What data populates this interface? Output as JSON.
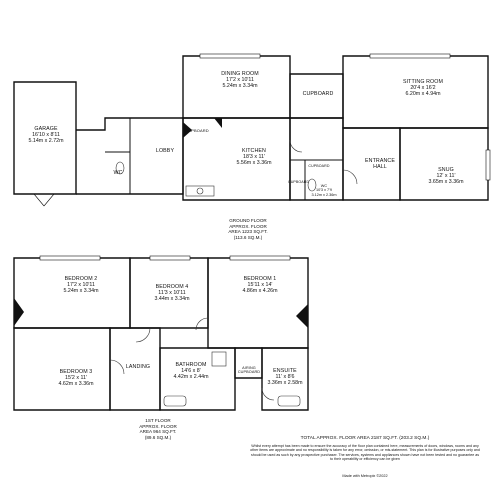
{
  "ground_floor": {
    "rooms": {
      "garage": {
        "name": "GARAGE",
        "dim_imp": "16'10 x 8'11",
        "dim_met": "5.14m x 2.72m"
      },
      "wc": {
        "name": "WC"
      },
      "lobby": {
        "name": "LOBBY"
      },
      "cupboard_a": {
        "name": "CUPBOARD"
      },
      "dining_room": {
        "name": "DINING ROOM",
        "dim_imp": "17'2 x 10'11",
        "dim_met": "5.24m x 3.34m"
      },
      "kitchen": {
        "name": "KITCHEN",
        "dim_imp": "18'3 x 11'",
        "dim_met": "5.56m x 3.36m"
      },
      "cupboard_b": {
        "name": "CUPBOARD"
      },
      "cupboard_c": {
        "name": "CUPBOARD"
      },
      "cupboard_d": {
        "name": "CUPBOARD"
      },
      "wc2": {
        "name": "WC",
        "dim_imp": "10'3 x 7'9",
        "dim_met": "3.12m x 2.36m"
      },
      "entrance_hall": {
        "name": "ENTRANCE\nHALL"
      },
      "sitting_room": {
        "name": "SITTING ROOM",
        "dim_imp": "20'4 x 16'2",
        "dim_met": "6.20m x 4.94m"
      },
      "snug": {
        "name": "SNUG",
        "dim_imp": "12' x 11'",
        "dim_met": "3.65m x 3.36m"
      }
    },
    "floor_label": "GROUND FLOOR",
    "area_line1": "APPROX. FLOOR",
    "area_line2": "AREA 1223 SQ.FT.",
    "area_line3": "(113.6 SQ.M.)"
  },
  "first_floor": {
    "rooms": {
      "bedroom2": {
        "name": "BEDROOM 2",
        "dim_imp": "17'2 x 10'11",
        "dim_met": "5.24m x 3.34m"
      },
      "bedroom4": {
        "name": "BEDROOM 4",
        "dim_imp": "11'3 x 10'11",
        "dim_met": "3.44m x 3.34m"
      },
      "bedroom1": {
        "name": "BEDROOM 1",
        "dim_imp": "15'11 x 14'",
        "dim_met": "4.86m x 4.26m"
      },
      "bedroom3": {
        "name": "BEDROOM 3",
        "dim_imp": "15'2 x 11'",
        "dim_met": "4.62m x 3.36m"
      },
      "landing": {
        "name": "LANDING"
      },
      "bathroom": {
        "name": "BATHROOM",
        "dim_imp": "14'6 x 8'",
        "dim_met": "4.42m x 2.44m"
      },
      "airing_cupboard": {
        "name": "AIRING\nCUPBOARD"
      },
      "ensuite": {
        "name": "ENSUITE",
        "dim_imp": "11' x 8'6",
        "dim_met": "3.36m x 2.58m"
      }
    },
    "floor_label": "1ST FLOOR",
    "area_line1": "APPROX. FLOOR",
    "area_line2": "AREA 964 SQ.FT.",
    "area_line3": "(89.6 SQ.M.)"
  },
  "total_area": "TOTAL APPROX. FLOOR AREA 2187 SQ.FT. (203.2 SQ.M.)",
  "disclaimer": "Whilst every attempt has been made to ensure the accuracy of the floor plan contained here, measurements of doors, windows, rooms and any other items are approximate and no responsibility is taken for any error, omission, or mis-statement. This plan is for illustrative purposes only and should be used as such by any prospective purchaser. The services, systems and appliances shown have not been tested and no guarantee as to their operability or efficiency can be given",
  "credit": "Made with Metropix ©2022",
  "colors": {
    "wall": "#111111",
    "line": "#333333",
    "fill": "#ffffff"
  }
}
